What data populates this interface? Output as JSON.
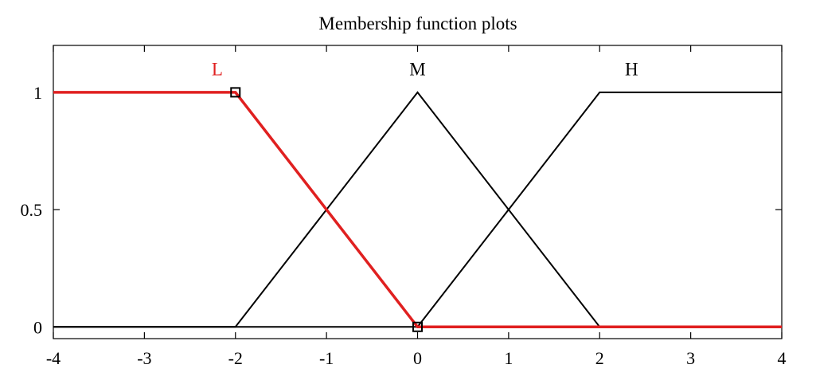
{
  "chart_data": {
    "type": "line",
    "title": "Membership function plots",
    "xlabel": "",
    "ylabel": "",
    "xlim": [
      -4,
      4
    ],
    "ylim": [
      -0.05,
      1.2
    ],
    "x_ticks": [
      -4,
      -3,
      -2,
      -1,
      0,
      1,
      2,
      3,
      4
    ],
    "x_tick_labels": [
      "-4",
      "-3",
      "-2",
      "-1",
      "0",
      "1",
      "2",
      "3",
      "4"
    ],
    "y_ticks": [
      0,
      0.5,
      1
    ],
    "y_tick_labels": [
      "0",
      "0.5",
      "1"
    ],
    "grid": false,
    "series": [
      {
        "name": "L",
        "color": "#e02020",
        "highlighted": true,
        "points": [
          [
            -4,
            1
          ],
          [
            -2,
            1
          ],
          [
            0,
            0
          ],
          [
            4,
            0
          ]
        ],
        "markers": [
          [
            -2,
            1
          ],
          [
            0,
            0
          ]
        ],
        "label_position": [
          -2.2,
          1.1
        ]
      },
      {
        "name": "M",
        "color": "#000000",
        "highlighted": false,
        "points": [
          [
            -4,
            0
          ],
          [
            -2,
            0
          ],
          [
            0,
            1
          ],
          [
            2,
            0
          ],
          [
            4,
            0
          ]
        ],
        "markers": [],
        "label_position": [
          0,
          1.1
        ]
      },
      {
        "name": "H",
        "color": "#000000",
        "highlighted": false,
        "points": [
          [
            -4,
            0
          ],
          [
            0,
            0
          ],
          [
            2,
            1
          ],
          [
            4,
            1
          ]
        ],
        "markers": [],
        "label_position": [
          2.35,
          1.1
        ]
      }
    ]
  }
}
